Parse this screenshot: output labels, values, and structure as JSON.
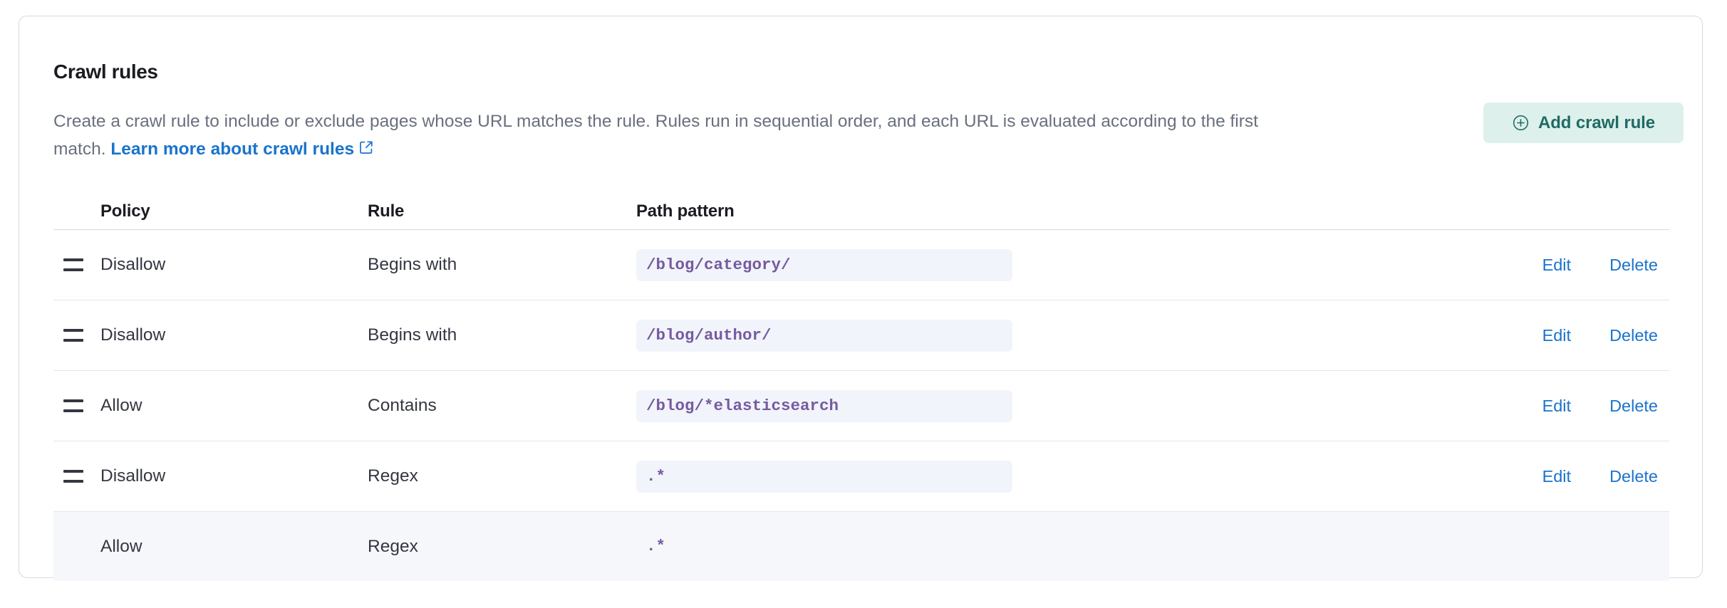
{
  "card": {
    "title": "Crawl rules",
    "description_part1": "Create a crawl rule to include or exclude pages whose URL matches the rule. Rules run in sequential order, and each URL is evaluated according to the first match. ",
    "learn_more_label": "Learn more about crawl rules",
    "external_link_icon": "external-link-icon",
    "add_button": {
      "label": "Add crawl rule",
      "icon": "plus-circle-icon",
      "background": "#ddf0ec",
      "text_color": "#1f6b63"
    }
  },
  "table": {
    "columns": [
      "Policy",
      "Rule",
      "Path pattern"
    ],
    "action_labels": {
      "edit": "Edit",
      "delete": "Delete"
    },
    "rows": [
      {
        "handle": "drag-handle-icon",
        "policy": "Disallow",
        "rule": "Begins with",
        "path_pattern": "/blog/category/",
        "edit": "Edit",
        "delete": "Delete",
        "draggable": true,
        "highlighted": false
      },
      {
        "handle": "drag-handle-icon",
        "policy": "Disallow",
        "rule": "Begins with",
        "path_pattern": "/blog/author/",
        "edit": "Edit",
        "delete": "Delete",
        "draggable": true,
        "highlighted": false
      },
      {
        "handle": "drag-handle-icon",
        "policy": "Allow",
        "rule": "Contains",
        "path_pattern": "/blog/*elasticsearch",
        "edit": "Edit",
        "delete": "Delete",
        "draggable": true,
        "highlighted": false
      },
      {
        "handle": "drag-handle-icon",
        "policy": "Disallow",
        "rule": "Regex",
        "path_pattern": ".*",
        "edit": "Edit",
        "delete": "Delete",
        "draggable": true,
        "highlighted": false
      },
      {
        "handle": "",
        "policy": "Allow",
        "rule": "Regex",
        "path_pattern": ".*",
        "edit": "",
        "delete": "",
        "draggable": false,
        "highlighted": true
      }
    ]
  },
  "colors": {
    "card_border": "#d3dae6",
    "link": "#1a73cc",
    "code_text": "#765aa0",
    "code_bg": "#f1f4fa",
    "row_highlight_bg": "#f5f7fa",
    "muted_text": "#69707d"
  }
}
